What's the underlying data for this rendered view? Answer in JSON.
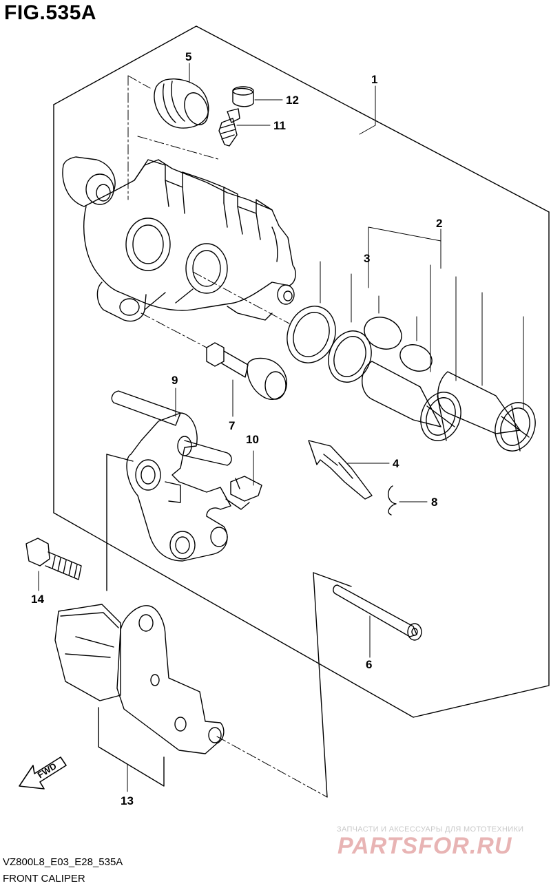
{
  "figure": {
    "title": "FIG.535A"
  },
  "callouts": {
    "c1": "1",
    "c2": "2",
    "c3": "3",
    "c4": "4",
    "c5": "5",
    "c6": "6",
    "c7": "7",
    "c8": "8",
    "c9": "9",
    "c10": "10",
    "c11": "11",
    "c12": "12",
    "c13": "13",
    "c14": "14"
  },
  "direction_arrow": {
    "label": "FWD"
  },
  "footer": {
    "code": "VZ800L8_E03_E28_535A",
    "caption": "FRONT CALIPER"
  },
  "watermark": {
    "tagline": "ЗАПЧАСТИ И АКСЕССУАРЫ ДЛЯ МОТОТЕХНИКИ",
    "logo": "PARTSFOR.RU"
  }
}
